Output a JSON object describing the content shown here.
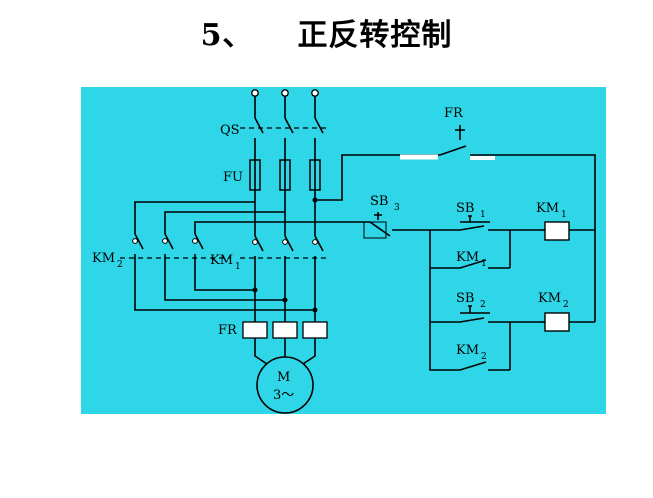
{
  "title": {
    "number": "5、",
    "text": "正反转控制"
  },
  "labels": {
    "qs": "QS",
    "fu": "FU",
    "km2_power": "KM",
    "km2_power_sub": "2",
    "km1_power": "KM",
    "km1_power_sub": "1",
    "fr_power": "FR",
    "motor_name": "M",
    "motor_phase": "3～",
    "fr_control": "FR",
    "sb3": "SB",
    "sb3_sub": "3",
    "sb1": "SB",
    "sb1_sub": "1",
    "km1_aux": "KM",
    "km1_aux_sub": "1",
    "sb2": "SB",
    "sb2_sub": "2",
    "km2_aux": "KM",
    "km2_aux_sub": "2",
    "km1_coil": "KM",
    "km1_coil_sub": "1",
    "km2_coil": "KM",
    "km2_coil_sub": "2"
  },
  "colors": {
    "background": "#2fd6e8",
    "line": "#000000",
    "highlight": "#ffffff"
  }
}
